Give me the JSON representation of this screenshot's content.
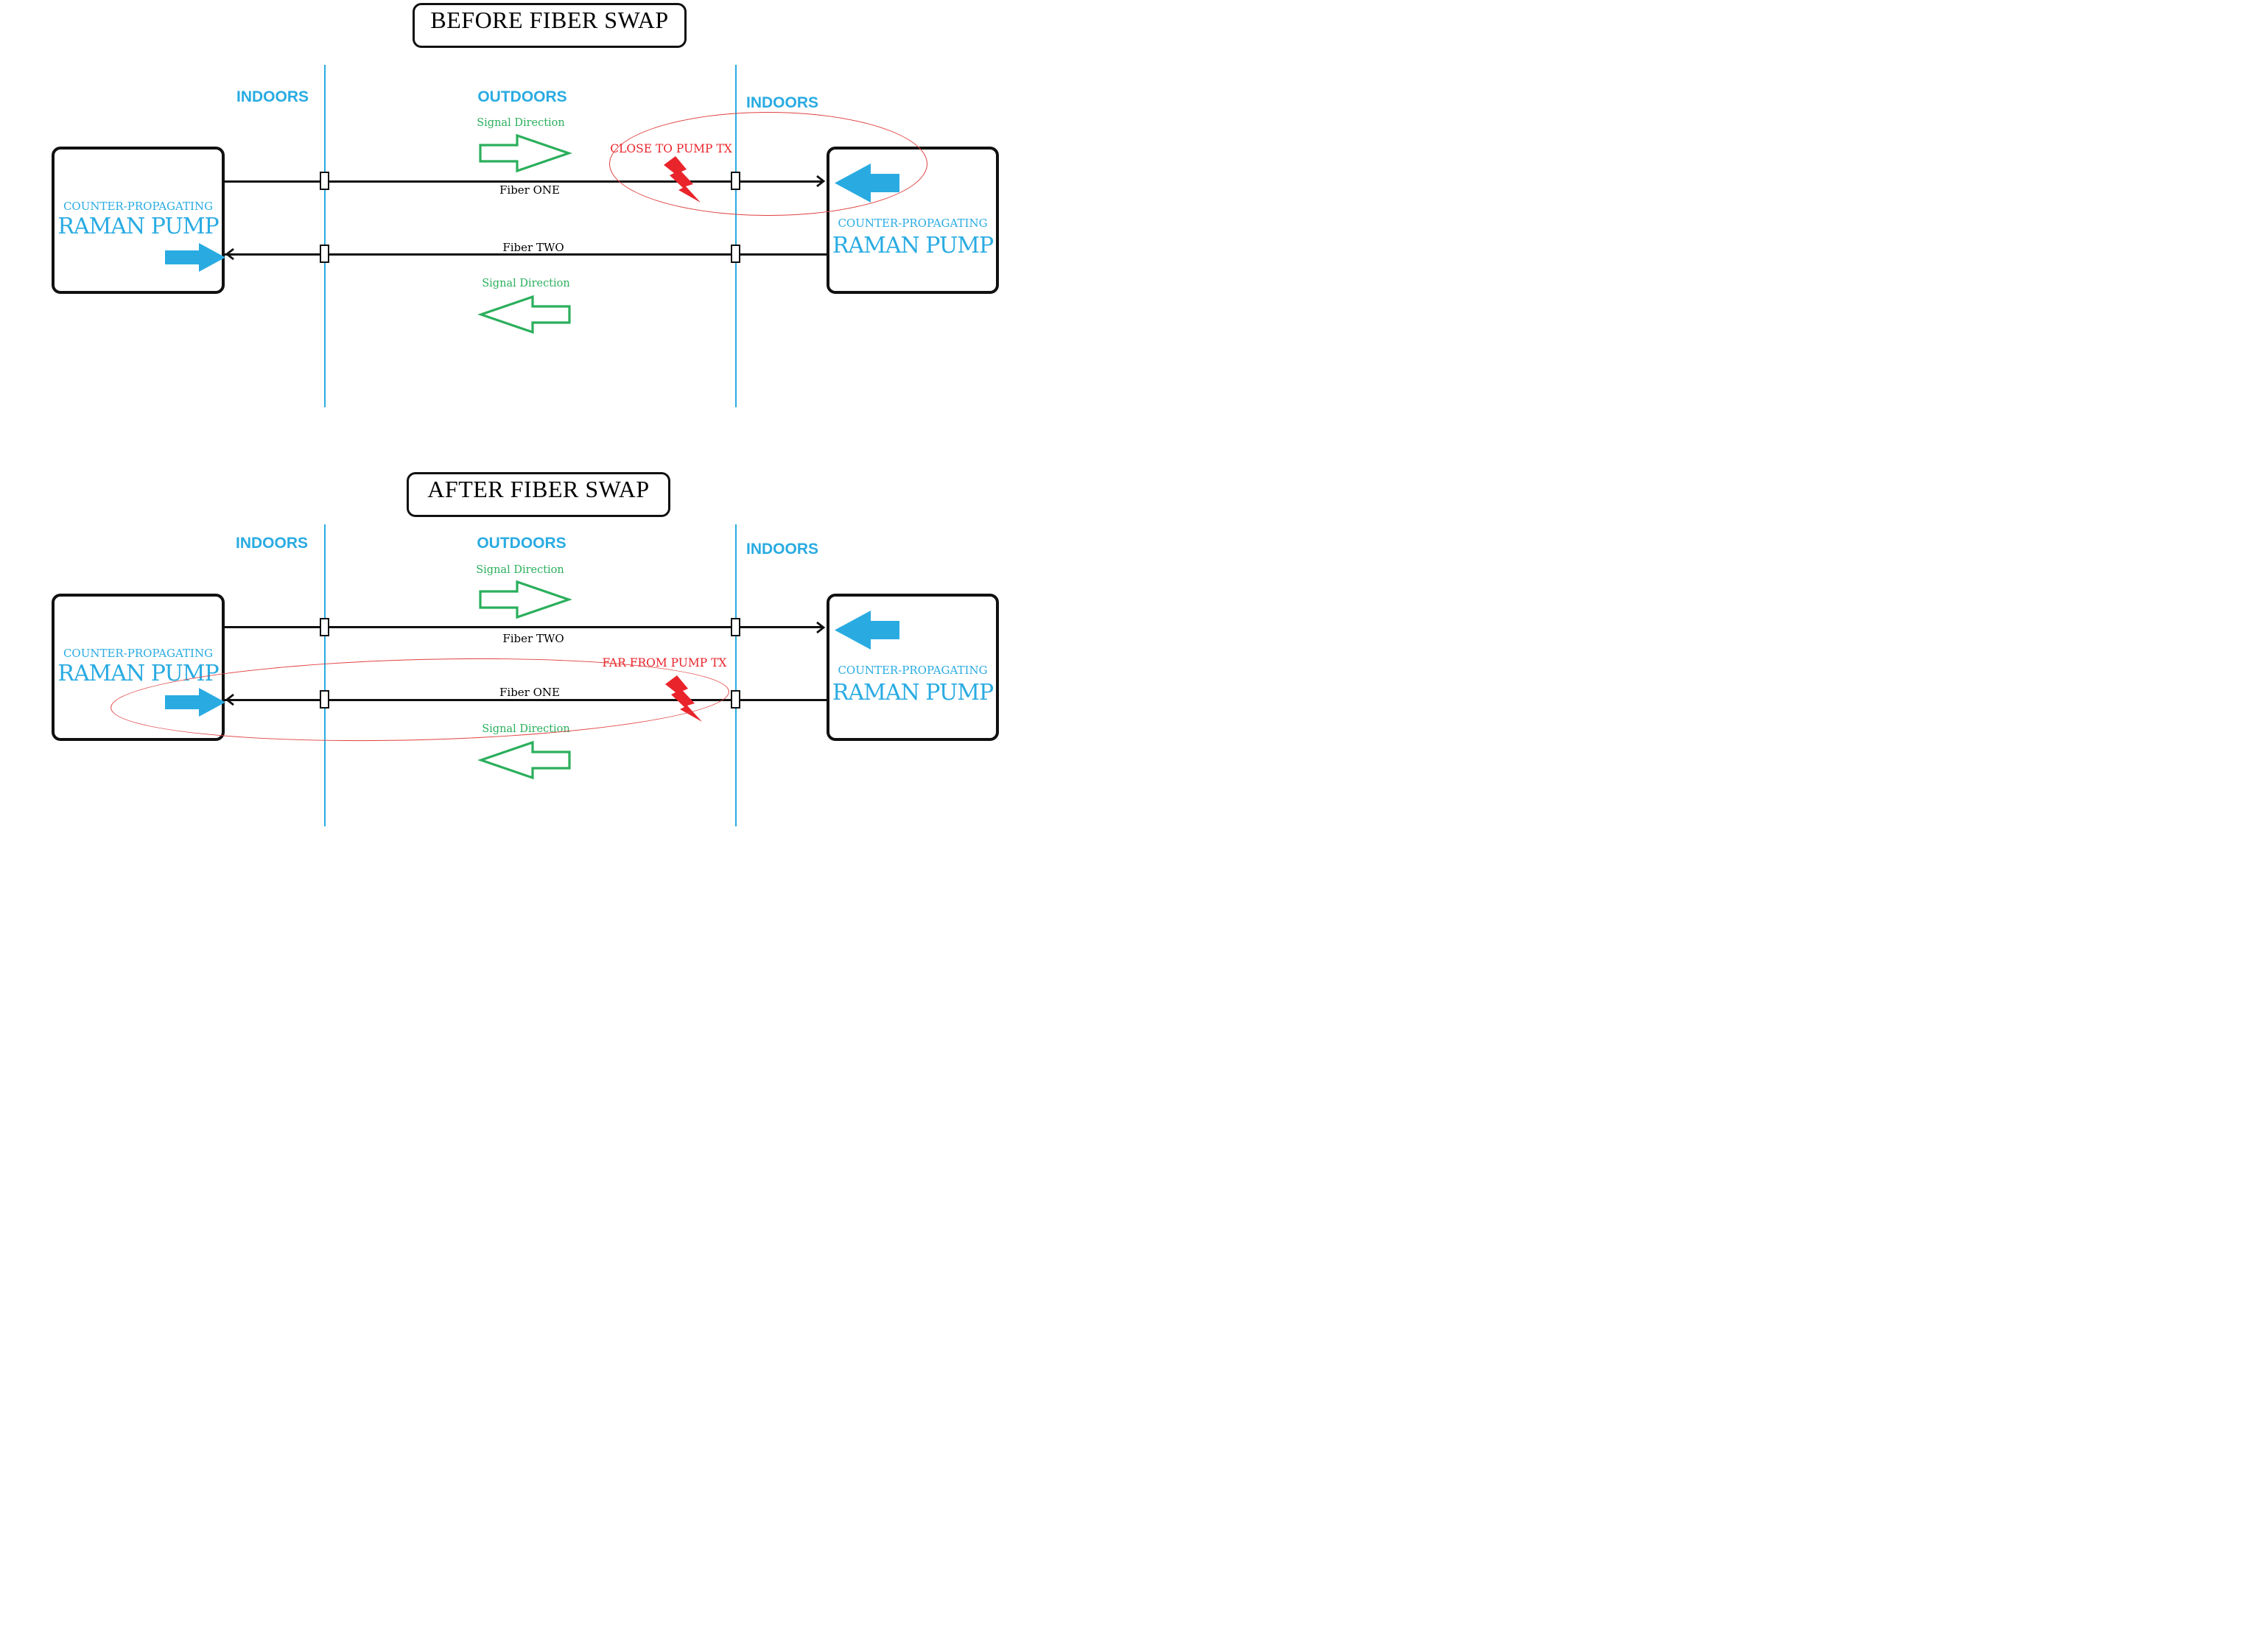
{
  "colors": {
    "accent_blue": "#29ABE2",
    "signal_green": "#2BAF5C",
    "alert_red": "#E9242B",
    "line_black": "#111111"
  },
  "icons": {
    "signal_arrow": "outlined-block-arrow",
    "pump_arrow": "solid-block-arrow",
    "fault_bolt": "lightning-bolt",
    "fiber_connector": "bulkhead-connector-square",
    "fiber_arrowhead": "open-chevron"
  },
  "diagrams": [
    {
      "title": "BEFORE FIBER SWAP",
      "zones": {
        "left": "INDOORS",
        "center": "OUTDOORS",
        "right": "INDOORS"
      },
      "signal_top": {
        "label": "Signal Direction",
        "direction": "right"
      },
      "signal_bottom": {
        "label": "Signal Direction",
        "direction": "left"
      },
      "fiber_top": {
        "label": "Fiber ONE",
        "arrow": "right"
      },
      "fiber_bottom": {
        "label": "Fiber TWO",
        "arrow": "left"
      },
      "fault": {
        "label": "CLOSE TO PUMP TX",
        "on_fiber": "Fiber ONE"
      },
      "left_pump": {
        "line1": "COUNTER-PROPAGATING",
        "line2": "RAMAN PUMP",
        "arrow": "right"
      },
      "right_pump": {
        "line1": "COUNTER-PROPAGATING",
        "line2": "RAMAN PUMP",
        "arrow": "left"
      }
    },
    {
      "title": "AFTER FIBER SWAP",
      "zones": {
        "left": "INDOORS",
        "center": "OUTDOORS",
        "right": "INDOORS"
      },
      "signal_top": {
        "label": "Signal Direction",
        "direction": "right"
      },
      "signal_bottom": {
        "label": "Signal Direction",
        "direction": "left"
      },
      "fiber_top": {
        "label": "Fiber TWO",
        "arrow": "right"
      },
      "fiber_bottom": {
        "label": "Fiber ONE",
        "arrow": "left"
      },
      "fault": {
        "label": "FAR FROM PUMP TX",
        "on_fiber": "Fiber ONE"
      },
      "left_pump": {
        "line1": "COUNTER-PROPAGATING",
        "line2": "RAMAN PUMP",
        "arrow": "right"
      },
      "right_pump": {
        "line1": "COUNTER-PROPAGATING",
        "line2": "RAMAN PUMP",
        "arrow": "left"
      }
    }
  ]
}
